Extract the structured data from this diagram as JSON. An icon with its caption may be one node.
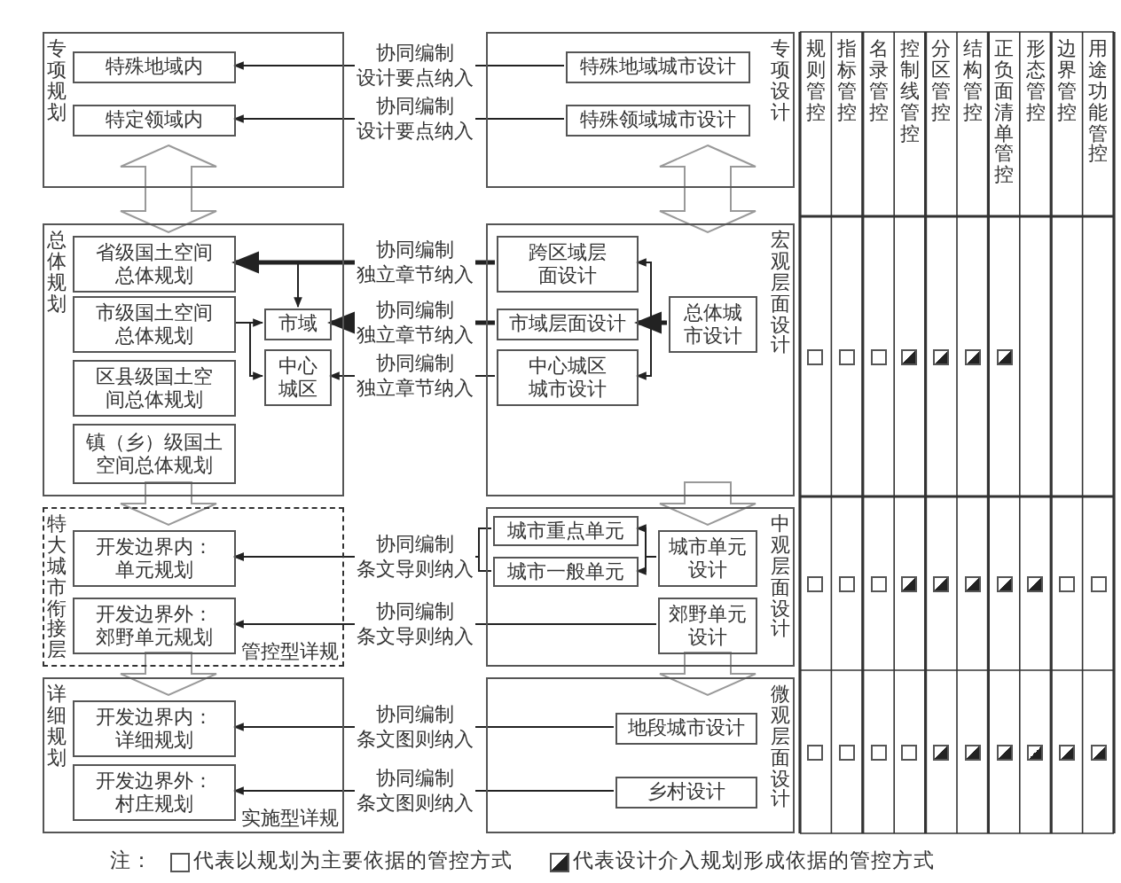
{
  "diagram": {
    "nodes": [
      {
        "text": [
          "专项规划"
        ]
      },
      {
        "text": [
          "特殊地域内"
        ],
        "in": 0
      },
      {
        "text": [
          "特定领域内"
        ],
        "in": 0
      },
      {
        "text": [
          "专项设计"
        ]
      },
      {
        "text": [
          "特殊地域城市设计"
        ],
        "in": 3
      },
      {
        "text": [
          "特殊领域城市设计"
        ],
        "in": 3
      },
      {
        "text": [
          "总体规划"
        ]
      },
      {
        "text": [
          "省级国土空间总体规划"
        ],
        "in": 6
      },
      {
        "text": [
          "市级国土空间总体规划"
        ],
        "in": 6
      },
      {
        "text": [
          "区县级国土空间总体规划"
        ],
        "in": 6
      },
      {
        "text": [
          "镇（乡）级国土空间总体规划"
        ],
        "in": 6
      },
      {
        "text": [
          "市域"
        ],
        "in": 6
      },
      {
        "text": [
          "中心城区"
        ],
        "in": 6
      },
      {
        "text": [
          "宏观层面设计"
        ]
      },
      {
        "text": [
          "跨区域层面设计"
        ],
        "in": 13
      },
      {
        "text": [
          "市域层面设计"
        ],
        "in": 13
      },
      {
        "text": [
          "中心城区城市设计"
        ],
        "in": 13
      },
      {
        "text": [
          "总体城市设计"
        ],
        "in": 13
      },
      {
        "text": [
          "特大城市衔接层",
          "管控型详规"
        ]
      },
      {
        "text": [
          "开发边界内：单元规划"
        ],
        "in": 18
      },
      {
        "text": [
          "开发边界外：郊野单元规划"
        ],
        "in": 18
      },
      {
        "text": [
          "中观层面设计"
        ]
      },
      {
        "text": [
          "城市重点单元"
        ],
        "in": 21
      },
      {
        "text": [
          "城市一般单元"
        ],
        "in": 21
      },
      {
        "text": [
          "城市单元设计"
        ],
        "in": 21
      },
      {
        "text": [
          "郊野单元设计"
        ],
        "in": 21
      },
      {
        "text": [
          "详细规划",
          "实施型详规"
        ]
      },
      {
        "text": [
          "开发边界内：详细规划"
        ],
        "in": 26
      },
      {
        "text": [
          "开发边界外：村庄规划"
        ],
        "in": 26
      },
      {
        "text": [
          "微观层面设计"
        ]
      },
      {
        "text": [
          "地段城市设计"
        ],
        "in": 29
      },
      {
        "text": [
          "乡村设计"
        ],
        "in": 29
      }
    ],
    "edges": [
      {
        "from": 4,
        "to": 1,
        "arrow": "to",
        "label": "协同编制设计要点纳入"
      },
      {
        "from": 5,
        "to": 2,
        "arrow": "to",
        "label": "协同编制设计要点纳入"
      },
      {
        "from": 0,
        "to": 6,
        "arrow": "both"
      },
      {
        "from": 3,
        "to": 13,
        "arrow": "both"
      },
      {
        "from": 14,
        "to": 7,
        "arrow": "to",
        "style": "thick",
        "label": "协同编制独立章节纳入"
      },
      {
        "from": 14,
        "to": 11,
        "arrow": "to"
      },
      {
        "from": 15,
        "to": 11,
        "arrow": "to",
        "style": "thick",
        "label": "协同编制独立章节纳入"
      },
      {
        "from": 16,
        "to": 12,
        "arrow": "to",
        "label": "协同编制独立章节纳入"
      },
      {
        "from": 8,
        "to": 11,
        "arrow": "to"
      },
      {
        "from": 8,
        "to": 12,
        "arrow": "to"
      },
      {
        "from": 17,
        "to": 14,
        "arrow": "to"
      },
      {
        "from": 17,
        "to": 15,
        "arrow": "to",
        "style": "thick"
      },
      {
        "from": 17,
        "to": 16,
        "arrow": "to"
      },
      {
        "from": 6,
        "to": 18,
        "arrow": "to"
      },
      {
        "from": 13,
        "to": 21,
        "arrow": "to"
      },
      {
        "from": 22,
        "to": 19,
        "arrow": "to",
        "label": "协同编制条文导则纳入"
      },
      {
        "from": 23,
        "to": 19,
        "arrow": "to"
      },
      {
        "from": 24,
        "to": 22,
        "arrow": "to"
      },
      {
        "from": 24,
        "to": 23,
        "arrow": "to"
      },
      {
        "from": 25,
        "to": 20,
        "arrow": "to",
        "label": "协同编制条文导则纳入"
      },
      {
        "from": 18,
        "to": 26,
        "arrow": "to"
      },
      {
        "from": 21,
        "to": 29,
        "arrow": "to"
      },
      {
        "from": 30,
        "to": 27,
        "arrow": "to",
        "label": "协同编制条文图则纳入"
      },
      {
        "from": 31,
        "to": 28,
        "arrow": "to",
        "label": "协同编制条文图则纳入"
      }
    ],
    "labels": [
      "规则管控",
      "指标管控",
      "名录管控",
      "控制线管控",
      "分区管控",
      "结构管控",
      "正负面清单管控",
      "形态管控",
      "边界管控",
      "用途功能管控",
      "注："
    ],
    "legend": [
      {
        "text": "代表以规划为主要依据的管控方式"
      },
      {
        "text": "代表设计介入规划形成依据的管控方式"
      }
    ]
  }
}
